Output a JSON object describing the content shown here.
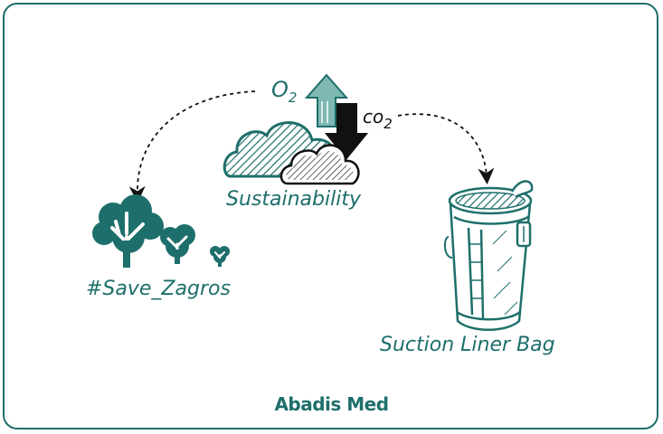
{
  "labels": {
    "o2": "O",
    "o2_sub": "2",
    "co2": "co",
    "co2_sub": "2",
    "sustainability": "Sustainability",
    "save_zagros": "#Save_Zagros",
    "suction_liner_bag": "Suction Liner Bag"
  },
  "brand": "Abadis Med",
  "colors": {
    "teal": "#1e6f6b",
    "light_teal": "#7fb8b3",
    "dark": "#111111",
    "border": "#1e6f6b"
  },
  "icons": [
    "up-arrow-icon",
    "down-arrow-icon",
    "cloud-icon",
    "trees-icon",
    "suction-bag-icon"
  ]
}
